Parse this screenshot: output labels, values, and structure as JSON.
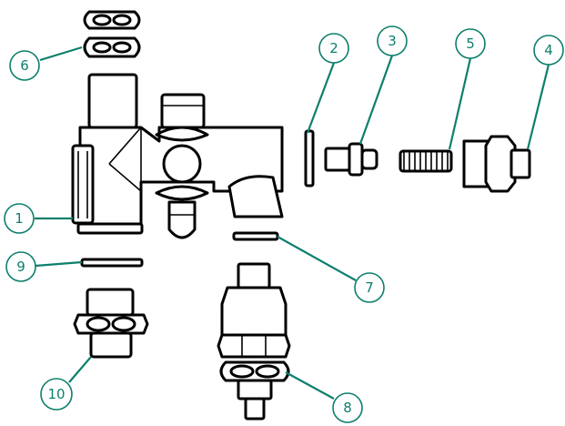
{
  "callouts": {
    "c1": "1",
    "c2": "2",
    "c3": "3",
    "c4": "4",
    "c5": "5",
    "c6": "6",
    "c7": "7",
    "c8": "8",
    "c9": "9",
    "c10": "10"
  },
  "colors": {
    "line": "#000000",
    "callout": "#0d7f6c",
    "background": "#ffffff"
  }
}
